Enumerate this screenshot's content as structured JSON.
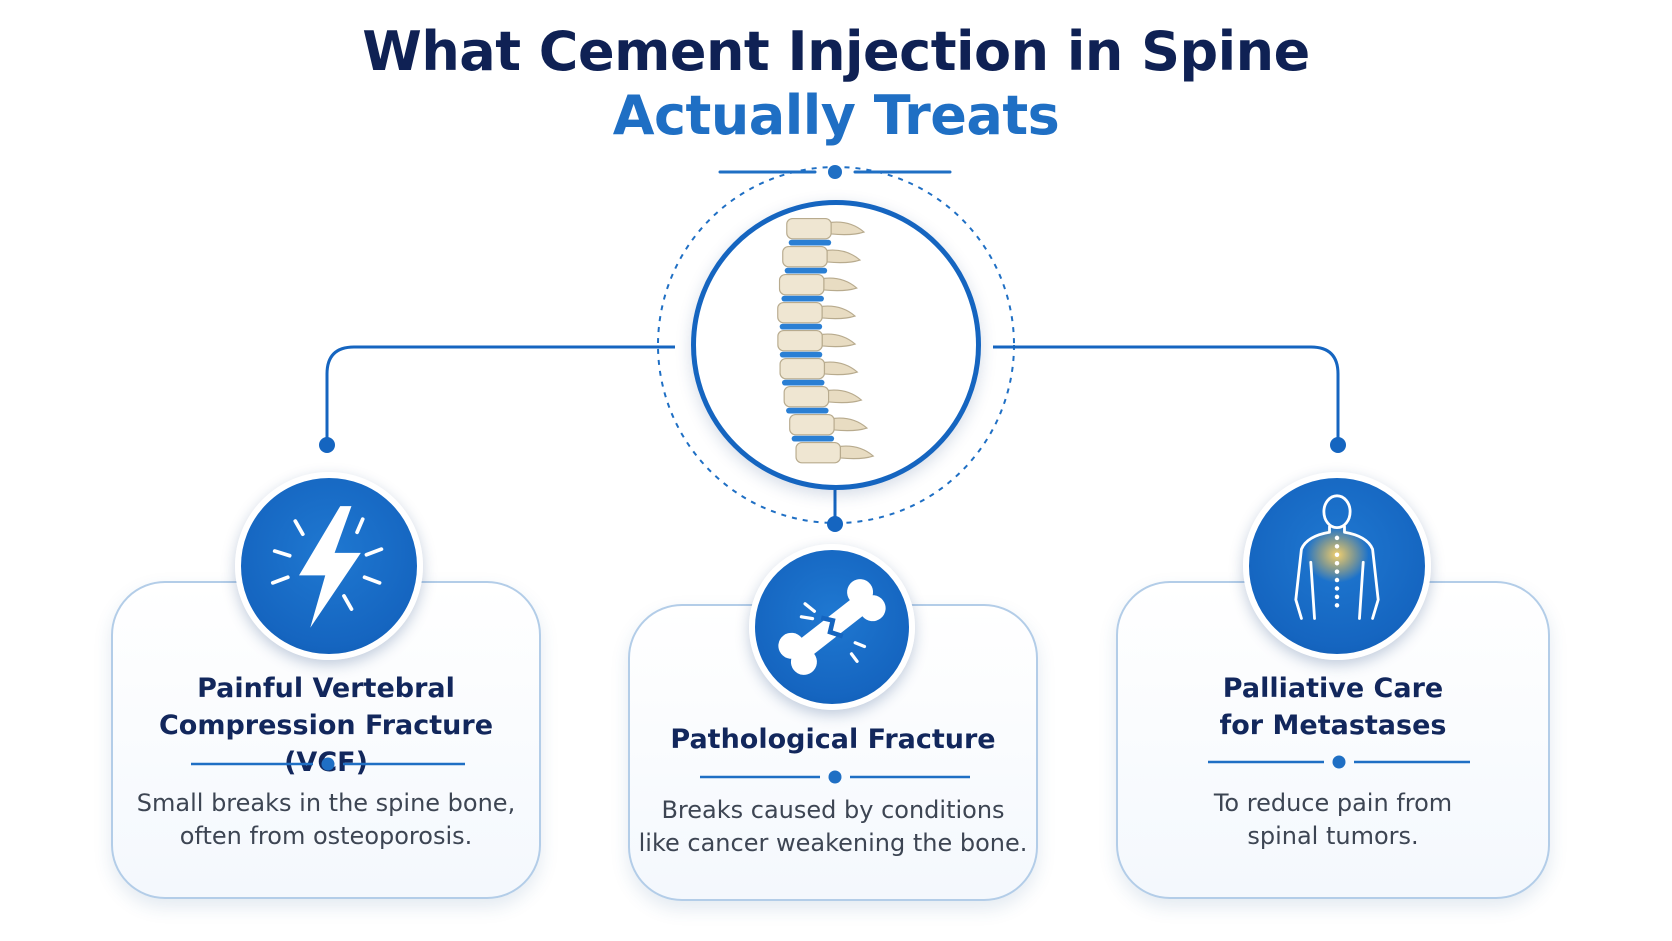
{
  "header": {
    "title_line1": "What Cement Injection in Spine",
    "title_line2": "Actually Treats"
  },
  "center": {
    "icon": "spine-icon"
  },
  "cards": [
    {
      "icon": "lightning-bolt-icon",
      "title_line1": "Painful Vertebral",
      "title_line2": "Compression Fracture (VCF)",
      "desc_line1": "Small breaks in the spine bone,",
      "desc_line2": "often from osteoporosis."
    },
    {
      "icon": "broken-bone-icon",
      "title_line1": "Pathological Fracture",
      "desc_line1": "Breaks caused by conditions",
      "desc_line2": "like cancer weakening the bone."
    },
    {
      "icon": "human-body-spine-icon",
      "title_line1": "Palliative Care",
      "title_line2": "for Metastases",
      "desc_line1": "To reduce pain from",
      "desc_line2": "spinal tumors."
    }
  ],
  "colors": {
    "navy": "#0f2154",
    "accent_blue": "#1f6fc4",
    "icon_blue": "#1565c0",
    "card_border": "#b3cde8",
    "glow": "#f2c14e"
  }
}
